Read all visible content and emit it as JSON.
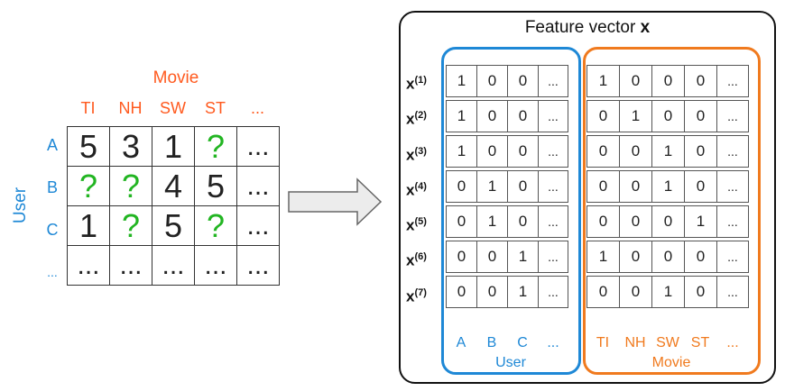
{
  "rating_matrix": {
    "movie_label": "Movie",
    "user_label": "User",
    "movie_columns": [
      "TI",
      "NH",
      "SW",
      "ST",
      "..."
    ],
    "user_rows": [
      "A",
      "B",
      "C",
      "..."
    ],
    "cells": [
      [
        "5",
        "3",
        "1",
        "?",
        "..."
      ],
      [
        "?",
        "?",
        "4",
        "5",
        "..."
      ],
      [
        "1",
        "?",
        "5",
        "?",
        "..."
      ],
      [
        "...",
        "...",
        "...",
        "...",
        "..."
      ]
    ],
    "unknown_color": "#22b522"
  },
  "arrow": {
    "fill": "#ececec",
    "stroke": "#666666"
  },
  "feature_matrix": {
    "title": "Feature vector",
    "title_symbol": "x",
    "row_labels": [
      {
        "base": "x",
        "sup": "(1)"
      },
      {
        "base": "x",
        "sup": "(2)"
      },
      {
        "base": "x",
        "sup": "(3)"
      },
      {
        "base": "x",
        "sup": "(4)"
      },
      {
        "base": "x",
        "sup": "(5)"
      },
      {
        "base": "x",
        "sup": "(6)"
      },
      {
        "base": "x",
        "sup": "(7)"
      }
    ],
    "user_block": [
      [
        "1",
        "0",
        "0",
        "..."
      ],
      [
        "1",
        "0",
        "0",
        "..."
      ],
      [
        "1",
        "0",
        "0",
        "..."
      ],
      [
        "0",
        "1",
        "0",
        "..."
      ],
      [
        "0",
        "1",
        "0",
        "..."
      ],
      [
        "0",
        "0",
        "1",
        "..."
      ],
      [
        "0",
        "0",
        "1",
        "..."
      ]
    ],
    "movie_block": [
      [
        "1",
        "0",
        "0",
        "0",
        "..."
      ],
      [
        "0",
        "1",
        "0",
        "0",
        "..."
      ],
      [
        "0",
        "0",
        "1",
        "0",
        "..."
      ],
      [
        "0",
        "0",
        "1",
        "0",
        "..."
      ],
      [
        "0",
        "0",
        "0",
        "1",
        "..."
      ],
      [
        "1",
        "0",
        "0",
        "0",
        "..."
      ],
      [
        "0",
        "0",
        "1",
        "0",
        "..."
      ]
    ],
    "user_col_labels": [
      "A",
      "B",
      "C",
      "..."
    ],
    "movie_col_labels": [
      "TI",
      "NH",
      "SW",
      "ST",
      "..."
    ],
    "user_group_label": "User",
    "movie_group_label": "Movie",
    "user_color": "#1e88d6",
    "movie_color": "#f07a1e"
  }
}
